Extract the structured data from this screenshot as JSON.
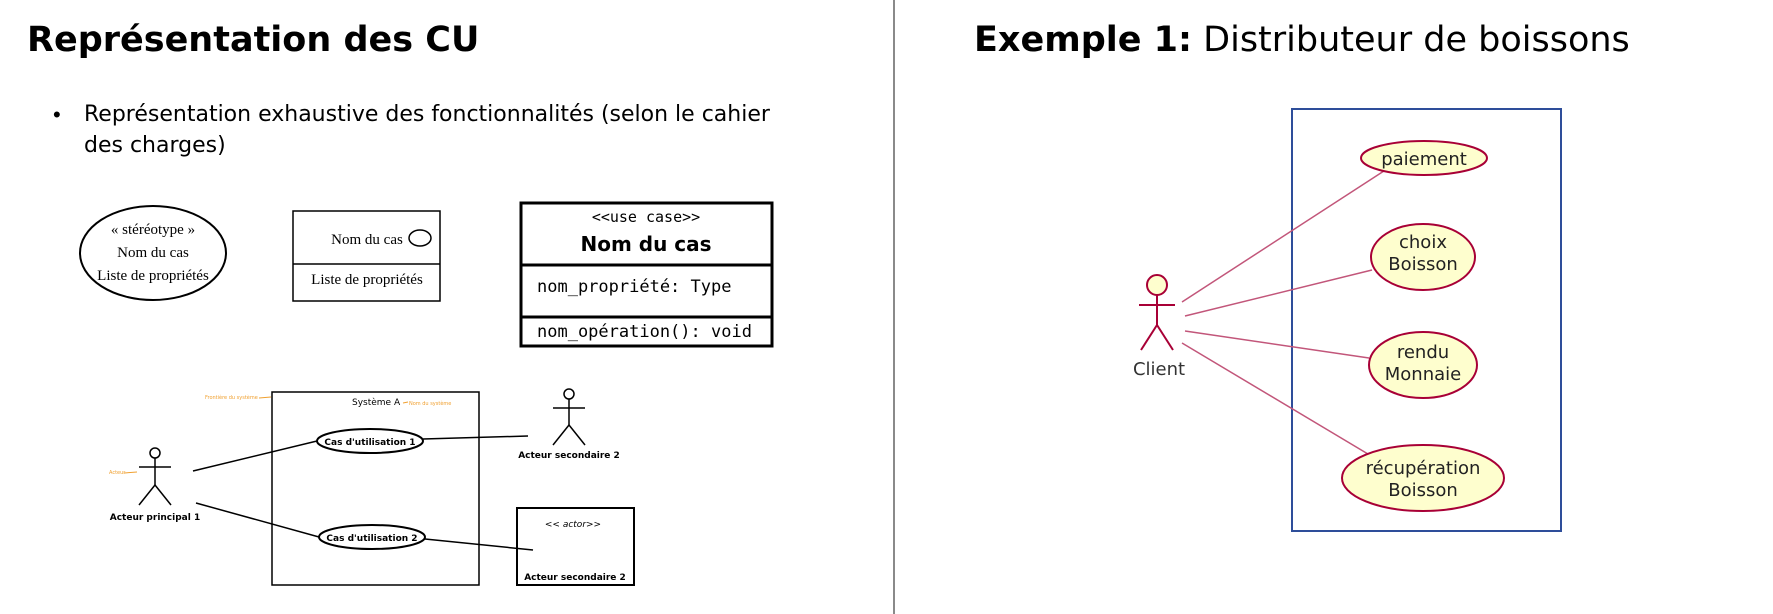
{
  "left_slide": {
    "title": "Représentation des CU",
    "bullet": "Représentation exhaustive des fonctionnalités (selon le cahier des charges)",
    "notation_ellipse": {
      "stereotype": "« stéréotype »",
      "name": "Nom du cas",
      "properties": "Liste de propriétés"
    },
    "notation_box": {
      "name": "Nom du cas",
      "properties": "Liste de propriétés"
    },
    "notation_class": {
      "stereotype": "<<use case>>",
      "name": "Nom du cas",
      "property": "nom_propriété: Type",
      "operation": "nom_opération(): void"
    },
    "system_diagram": {
      "system_label": "Système A",
      "system_name_note": "Nom du système",
      "system_boundary_note": "Frontière du système",
      "actor_note": "Acteur",
      "actor_primary": "Acteur principal 1",
      "actor_secondary_top": "Acteur secondaire 2",
      "actor_secondary_box": "Acteur secondaire 2",
      "actor_stereotype": "<< actor>>",
      "use_case_1": "Cas d'utilisation 1",
      "use_case_2": "Cas d'utilisation 2"
    }
  },
  "right_slide": {
    "title_bold": "Exemple 1:",
    "title_rest": " Distributeur de boissons",
    "actor": "Client",
    "use_cases": [
      {
        "line1": "paiement",
        "line2": ""
      },
      {
        "line1": "choix",
        "line2": "Boisson"
      },
      {
        "line1": "rendu",
        "line2": "Monnaie"
      },
      {
        "line1": "récupération",
        "line2": "Boisson"
      }
    ],
    "colors": {
      "boundary": "#2e4e9a",
      "usecase_fill": "#fefece",
      "usecase_stroke": "#a80036",
      "association": "#c2567a"
    }
  }
}
